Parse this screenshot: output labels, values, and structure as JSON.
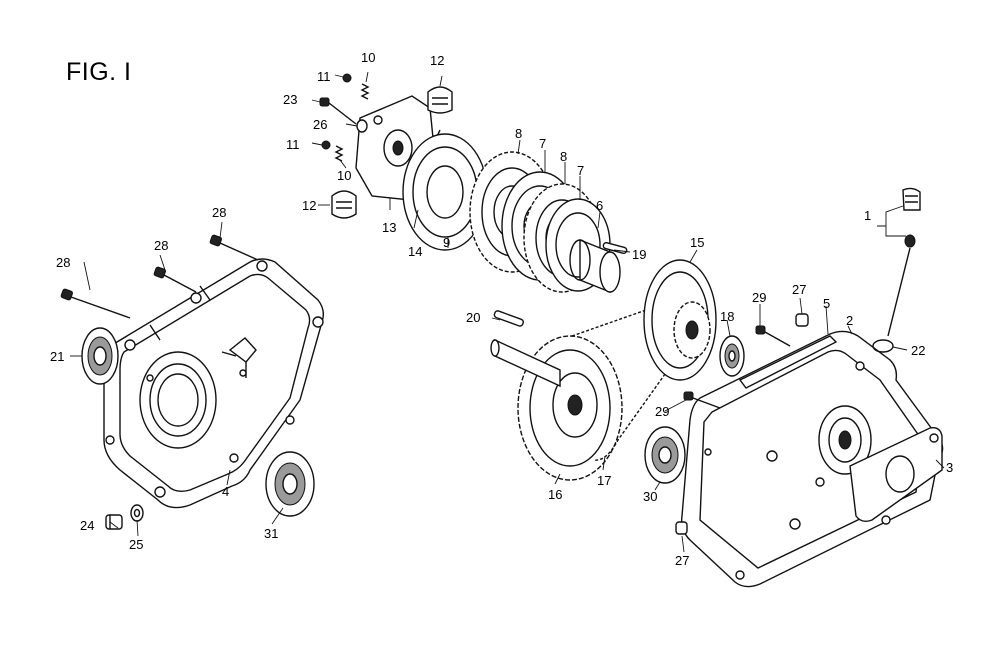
{
  "figure": {
    "title": "FIG. I"
  },
  "callouts": [
    {
      "id": "c1",
      "text": "1"
    },
    {
      "id": "c2",
      "text": "2"
    },
    {
      "id": "c3",
      "text": "3"
    },
    {
      "id": "c4",
      "text": "4"
    },
    {
      "id": "c5",
      "text": "5"
    },
    {
      "id": "c6",
      "text": "6"
    },
    {
      "id": "c7a",
      "text": "7"
    },
    {
      "id": "c7b",
      "text": "7"
    },
    {
      "id": "c8a",
      "text": "8"
    },
    {
      "id": "c8b",
      "text": "8"
    },
    {
      "id": "c9",
      "text": "9"
    },
    {
      "id": "c10a",
      "text": "10"
    },
    {
      "id": "c10b",
      "text": "10"
    },
    {
      "id": "c11a",
      "text": "11"
    },
    {
      "id": "c11b",
      "text": "11"
    },
    {
      "id": "c12a",
      "text": "12"
    },
    {
      "id": "c12b",
      "text": "12"
    },
    {
      "id": "c13",
      "text": "13"
    },
    {
      "id": "c14",
      "text": "14"
    },
    {
      "id": "c15",
      "text": "15"
    },
    {
      "id": "c16",
      "text": "16"
    },
    {
      "id": "c17",
      "text": "17"
    },
    {
      "id": "c18",
      "text": "18"
    },
    {
      "id": "c19",
      "text": "19"
    },
    {
      "id": "c20",
      "text": "20"
    },
    {
      "id": "c21",
      "text": "21"
    },
    {
      "id": "c22",
      "text": "22"
    },
    {
      "id": "c23",
      "text": "23"
    },
    {
      "id": "c24",
      "text": "24"
    },
    {
      "id": "c25",
      "text": "25"
    },
    {
      "id": "c26",
      "text": "26"
    },
    {
      "id": "c27a",
      "text": "27"
    },
    {
      "id": "c27b",
      "text": "27"
    },
    {
      "id": "c28a",
      "text": "28"
    },
    {
      "id": "c28b",
      "text": "28"
    },
    {
      "id": "c28c",
      "text": "28"
    },
    {
      "id": "c29a",
      "text": "29"
    },
    {
      "id": "c29b",
      "text": "29"
    },
    {
      "id": "c30",
      "text": "30"
    },
    {
      "id": "c31",
      "text": "31"
    }
  ]
}
